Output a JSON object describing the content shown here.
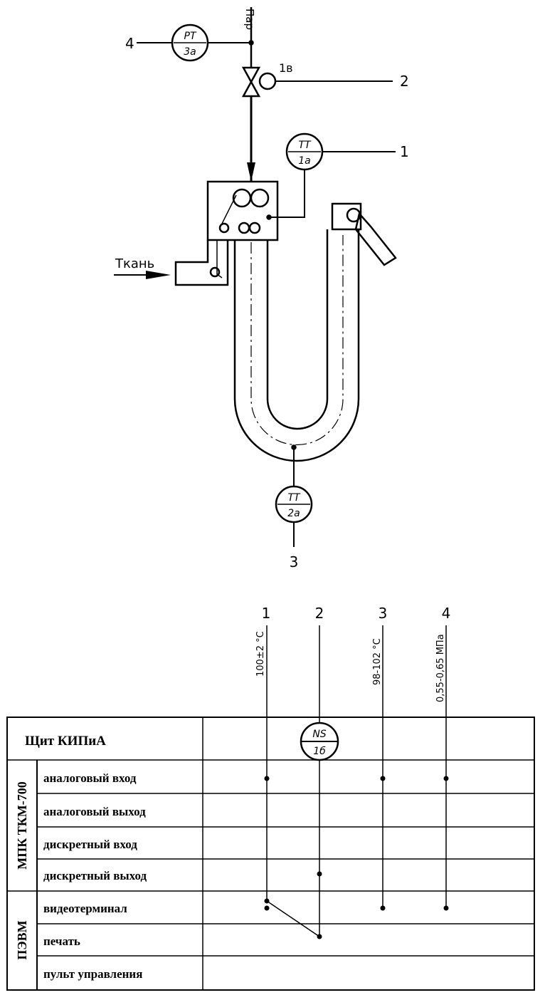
{
  "scheme": {
    "steam_label": "Пар",
    "fabric_label": "Ткань",
    "instruments": [
      {
        "id": "PT-3a",
        "top": "PT",
        "bottom": "3a"
      },
      {
        "id": "TT-1a",
        "top": "TT",
        "bottom": "1a"
      },
      {
        "id": "TT-2a",
        "top": "TT",
        "bottom": "2a"
      },
      {
        "id": "NS-1b",
        "top": "NS",
        "bottom": "1б"
      }
    ],
    "valve_tag": "1в",
    "line_numbers": [
      "1",
      "2",
      "3",
      "4"
    ]
  },
  "ranges": {
    "line1": "100±2 °С",
    "line3": "98-102 °С",
    "line4": "0,55-0,65 МПа"
  },
  "panel": {
    "title": "Щит КИПиА",
    "group_mpk": "МПК ТКМ-700",
    "group_pevm": "ПЭВМ",
    "rows": [
      "аналоговый вход",
      "аналоговый выход",
      "дискретный вход",
      "дискретный выход",
      "видеотерминал",
      "печать",
      "пульт управления"
    ]
  }
}
